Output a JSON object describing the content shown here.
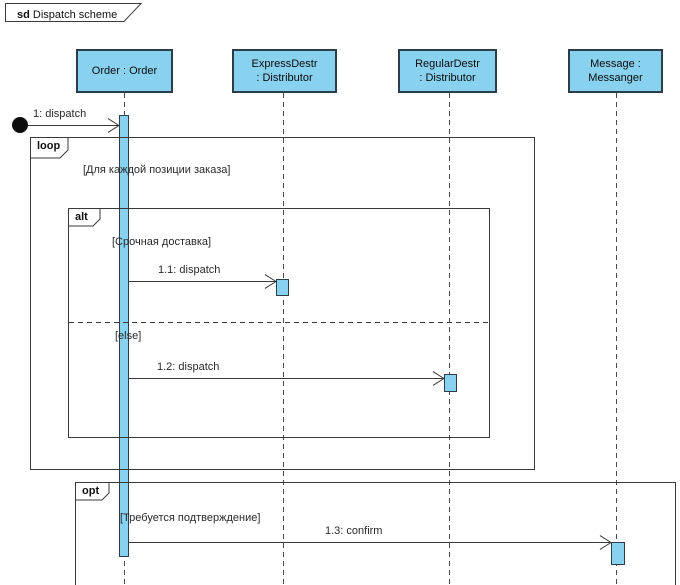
{
  "title": {
    "keyword": "sd",
    "name": "Dispatch scheme"
  },
  "lifelines": [
    {
      "label": "Order : Order"
    },
    {
      "label": "ExpressDestr\n: Distributor"
    },
    {
      "label": "RegularDestr\n: Distributor"
    },
    {
      "label": "Message :\nMessanger"
    }
  ],
  "messages": [
    {
      "label": "1: dispatch"
    },
    {
      "label": "1.1: dispatch"
    },
    {
      "label": "1.2: dispatch"
    },
    {
      "label": "1.3: confirm"
    }
  ],
  "fragments": {
    "loop": {
      "keyword": "loop",
      "guard": "[Для каждой позиции заказа]"
    },
    "alt": {
      "keyword": "alt",
      "guard_if": "[Срочная доставка]",
      "guard_else": "[else]"
    },
    "opt": {
      "keyword": "opt",
      "guard": "[Требуется подтверждение]"
    }
  },
  "colors": {
    "shape_fill": "#89D2EF",
    "shape_border": "#2D3E4A",
    "line_color": "#3A3A3A",
    "background": "#FFFFFF"
  }
}
